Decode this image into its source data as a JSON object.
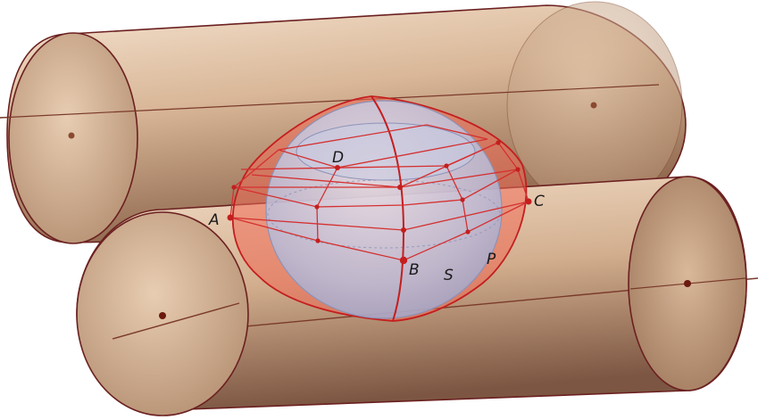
{
  "labels": {
    "a": "A",
    "b": "B",
    "c": "C",
    "d": "D",
    "s": "S",
    "p": "P"
  },
  "colors": {
    "cylinder_light": "#f2dcc6",
    "cylinder_mid": "#c9a688",
    "cylinder_dark": "#7a5640",
    "cylinder_edge": "#6b2020",
    "axis_line": "#7a3a2a",
    "axis_point": "#8a4a30",
    "intersection_fill": "#f06a55",
    "intersection_edge": "#c41e1e",
    "sphere_fill": "#b6bcd8",
    "sphere_edge": "#8c92b8",
    "section_line": "#d43030",
    "marker": "#c41e1e",
    "label_text": "#1a1a1a"
  }
}
